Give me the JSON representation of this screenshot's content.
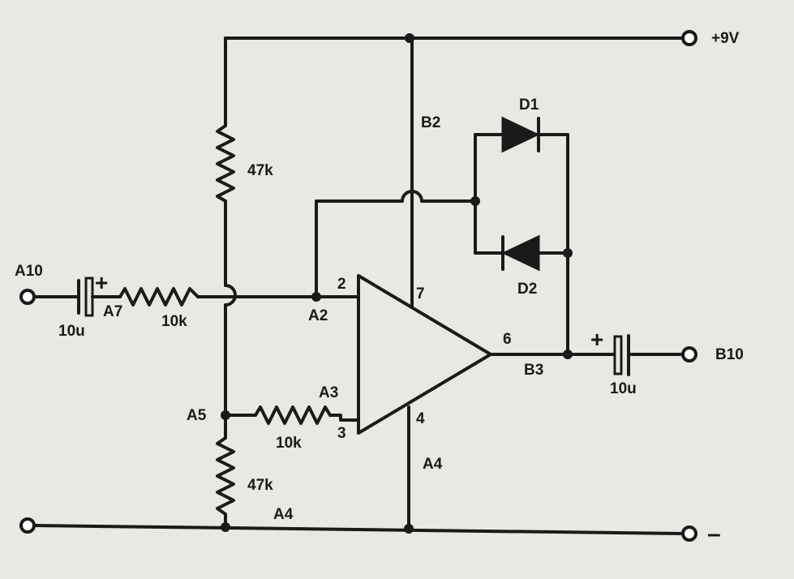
{
  "supply": {
    "positive": "+9V",
    "negative": "–"
  },
  "terminals": {
    "input": "A10",
    "output": "B10"
  },
  "opamp": {
    "pin_inv": "2",
    "pin_noninv": "3",
    "pin_vplus": "7",
    "pin_vminus": "4",
    "pin_out": "6"
  },
  "components": {
    "r_top": "47k",
    "r_bottom": "47k",
    "r_input": "10k",
    "r_bias": "10k",
    "c_input": "10u",
    "c_output": "10u",
    "d1": "D1",
    "d2": "D2",
    "polarity_mark": "+"
  },
  "nodes": {
    "a7": "A7",
    "a2": "A2",
    "a3": "A3",
    "a5": "A5",
    "a4_lower": "A4",
    "a4_pin": "A4",
    "b2": "B2",
    "b3": "B3"
  }
}
